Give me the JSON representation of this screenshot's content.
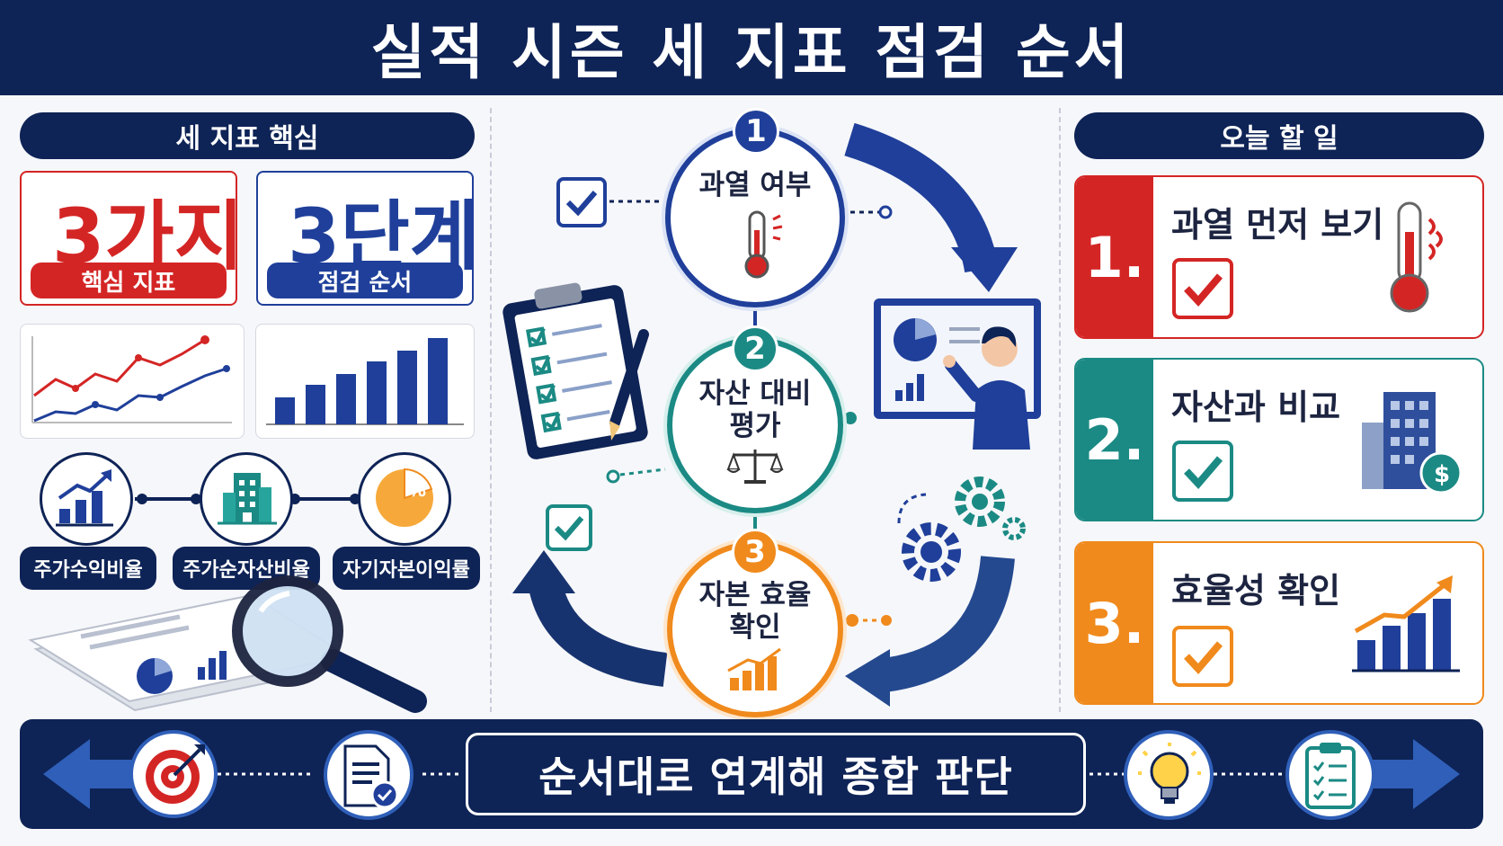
{
  "title": "실적 시즌  세 지표 점검 순서",
  "left": {
    "header": "세 지표 핵심",
    "card1": {
      "big": "3가지",
      "tag": "핵심 지표"
    },
    "card2": {
      "big": "3단계",
      "tag": "점검 순서"
    },
    "metrics": [
      "주가수익비율",
      "주가순자산비율",
      "자기자본이익률"
    ]
  },
  "center": {
    "steps": [
      {
        "num": "1",
        "line1": "과열 여부",
        "line2": ""
      },
      {
        "num": "2",
        "line1": "자산 대비",
        "line2": "평가"
      },
      {
        "num": "3",
        "line1": "자본 효율",
        "line2": "확인"
      }
    ]
  },
  "right": {
    "header": "오늘 할 일",
    "tasks": [
      {
        "num": "1.",
        "label": "과열 먼저 보기"
      },
      {
        "num": "2.",
        "label": "자산과 비교"
      },
      {
        "num": "3.",
        "label": "효율성 확인"
      }
    ]
  },
  "bottom": {
    "text": "순서대로 연계해 종합 판단"
  },
  "colors": {
    "navy": "#0e2356",
    "red": "#d42525",
    "teal": "#1b8a84",
    "orange": "#f08a1c",
    "blue": "#1f3f9a"
  }
}
